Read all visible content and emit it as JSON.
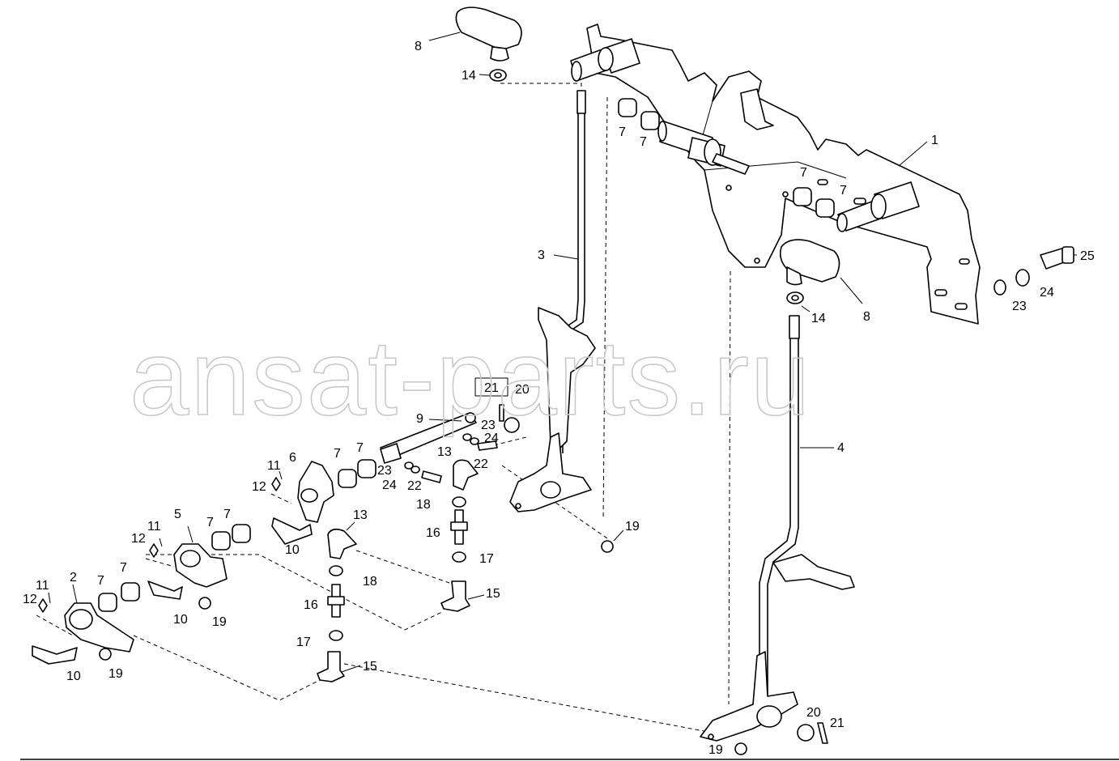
{
  "watermark": "ansat-parts.ru",
  "callouts": {
    "c1": "1",
    "c2": "2",
    "c3": "3",
    "c4": "4",
    "c5": "5",
    "c6": "6",
    "c7": "7",
    "c8": "8",
    "c9": "9",
    "c10": "10",
    "c11": "11",
    "c12": "12",
    "c13": "13",
    "c14": "14",
    "c15": "15",
    "c16": "16",
    "c17": "17",
    "c18": "18",
    "c19": "19",
    "c20": "20",
    "c21": "21",
    "c22": "22",
    "c23": "23",
    "c24": "24",
    "c25": "25"
  },
  "colors": {
    "line": "#000000",
    "watermark": "#c9c9c9",
    "background": "#ffffff"
  }
}
